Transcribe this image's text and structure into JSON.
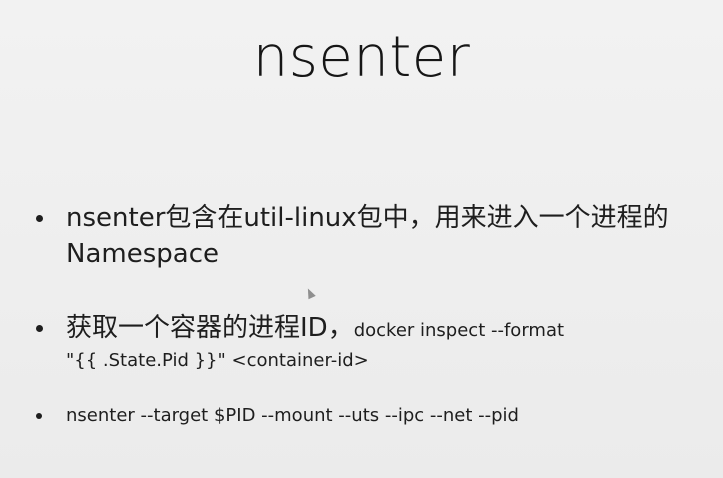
{
  "slide": {
    "title": "nsenter",
    "bullets": [
      {
        "line1": "nsenter包含在util-linux包中，用来进入一个进程的",
        "line2": "Namespace"
      },
      {
        "main": "获取一个容器的进程ID，",
        "inline_cmd": "docker inspect --format",
        "line2": "\"{{ .State.Pid }}\" <container-id>"
      },
      {
        "text": "nsenter --target $PID --mount --uts --ipc --net --pid"
      }
    ]
  },
  "icons": {
    "cursor": "mouse-pointer-icon"
  }
}
